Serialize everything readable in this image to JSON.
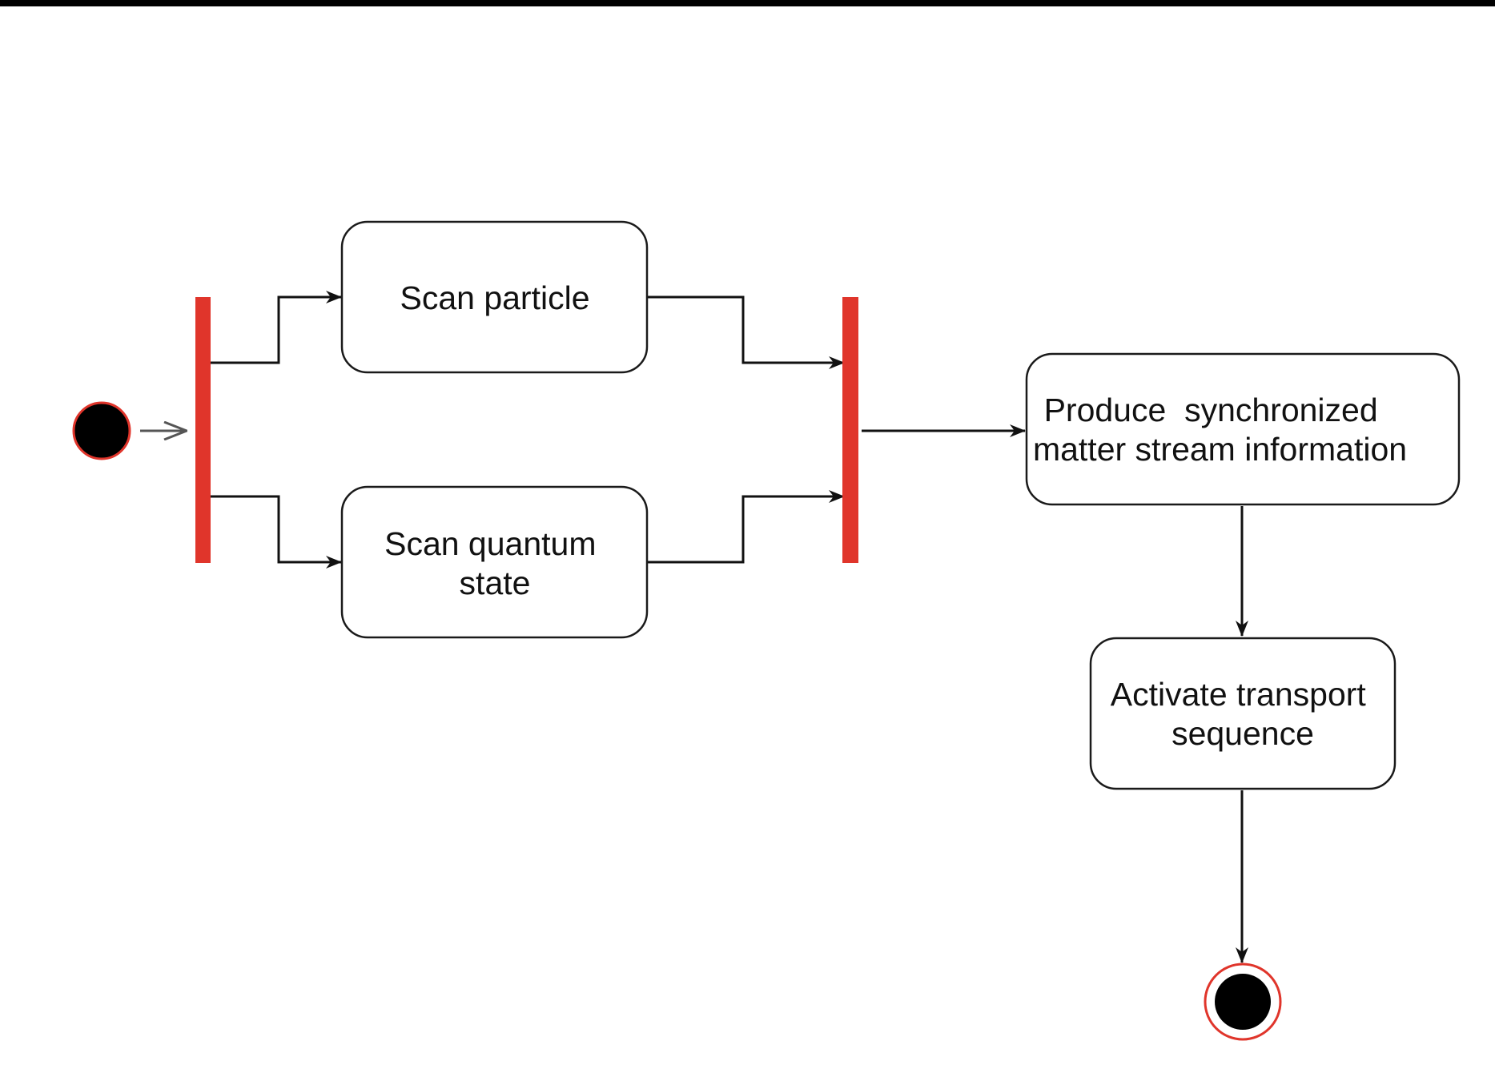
{
  "diagram": {
    "type": "uml-activity",
    "colors": {
      "background": "#ffffff",
      "top_bar": "#000000",
      "bar": "#e0352b",
      "node_border": "#1a1a1a",
      "edge": "#111111",
      "start_fill": "#000000",
      "start_ring": "#e0352b"
    },
    "nodes": {
      "start": {
        "kind": "initial"
      },
      "fork": {
        "kind": "fork"
      },
      "scan_particle": {
        "kind": "action",
        "label": [
          "Scan particle"
        ]
      },
      "scan_quantum": {
        "kind": "action",
        "label": [
          "Scan quantum",
          "state"
        ]
      },
      "join": {
        "kind": "join"
      },
      "produce": {
        "kind": "action",
        "label": [
          "Produce  synchronized",
          "matter stream information"
        ]
      },
      "activate": {
        "kind": "action",
        "label": [
          "Activate transport",
          "sequence"
        ]
      },
      "end": {
        "kind": "final"
      }
    },
    "edges": [
      {
        "from": "start",
        "to": "fork",
        "style": "open-arrow"
      },
      {
        "from": "fork",
        "to": "scan_particle"
      },
      {
        "from": "fork",
        "to": "scan_quantum"
      },
      {
        "from": "scan_particle",
        "to": "join"
      },
      {
        "from": "scan_quantum",
        "to": "join"
      },
      {
        "from": "join",
        "to": "produce"
      },
      {
        "from": "produce",
        "to": "activate"
      },
      {
        "from": "activate",
        "to": "end"
      }
    ]
  }
}
